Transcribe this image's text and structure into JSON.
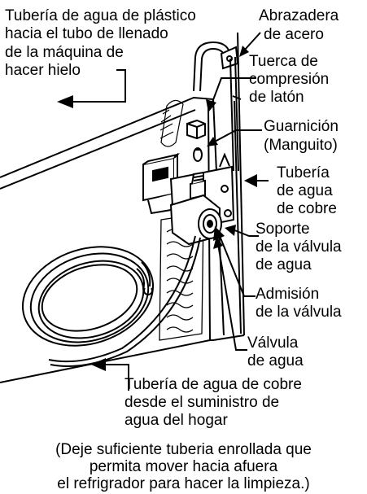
{
  "labels": {
    "plastic_tube_l1": "Tubería de agua de plástico",
    "plastic_tube_l2": "hacia el tubo de llenado",
    "plastic_tube_l3": "de la máquina de",
    "plastic_tube_l4": "hacer hielo",
    "clamp_l1": "Abrazadera",
    "clamp_l2": "de acero",
    "nut_l1": "Tuerca de",
    "nut_l2": "compresión",
    "nut_l3": "de latón",
    "ferrule_l1": "Guarnición",
    "ferrule_l2": "(Manguito)",
    "copper_tube_l1": "Tubería",
    "copper_tube_l2": "de agua",
    "copper_tube_l3": "de cobre",
    "bracket_l1": "Soporte",
    "bracket_l2": "de la válvula",
    "bracket_l3": "de agua",
    "inlet_l1": "Admisión",
    "inlet_l2": "de la válvula",
    "valve_l1": "Válvula",
    "valve_l2": "de agua",
    "supply_l1": "Tubería de agua de cobre",
    "supply_l2": "desde el suministro de",
    "supply_l3": "agua del hogar"
  },
  "caption": {
    "line1": "(Deje suficiente tuberia enrollada que",
    "line2": "permita mover hacia afuera",
    "line3": "el refrigrador para hacer la limpieza.)"
  }
}
